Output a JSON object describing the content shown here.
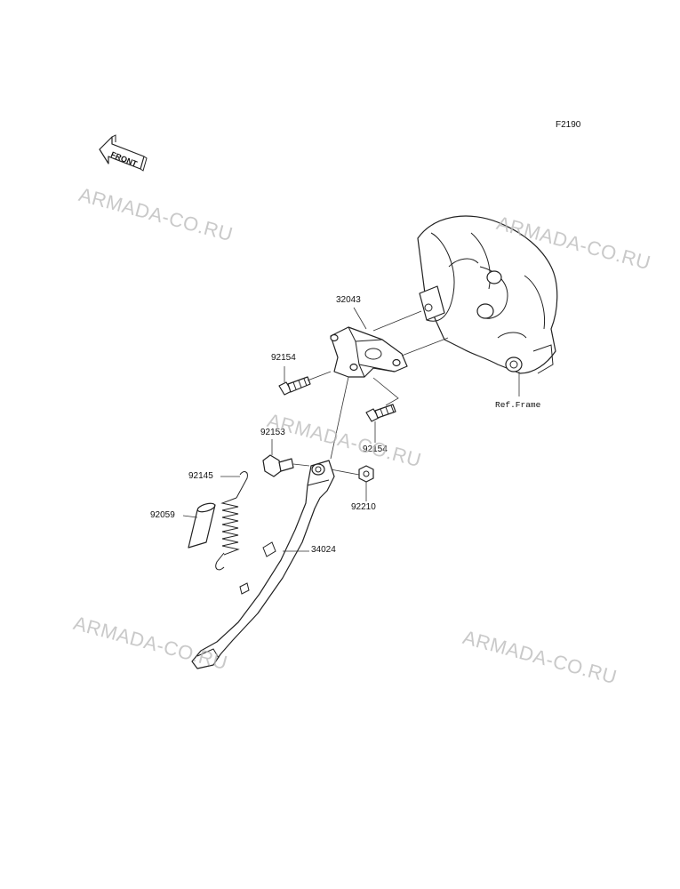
{
  "diagram_code": "F2190",
  "front_indicator": {
    "text": "FRONT",
    "icon": "front-arrow-icon"
  },
  "parts": [
    {
      "number": "32043"
    },
    {
      "number": "92154"
    },
    {
      "number": "92154"
    },
    {
      "number": "92153"
    },
    {
      "number": "92145"
    },
    {
      "number": "92059"
    },
    {
      "number": "92210"
    },
    {
      "number": "34024"
    }
  ],
  "reference": "Ref.Frame",
  "watermark": "ARMADA-CO.RU",
  "colors": {
    "line": "#222222",
    "watermark": "#b8b8b8",
    "background": "#ffffff"
  }
}
